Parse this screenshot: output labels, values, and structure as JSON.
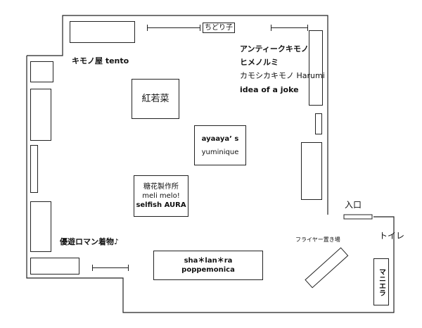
{
  "labels": {
    "chidoriko": "ちどり子",
    "kimonoya": "キモノ屋 tento",
    "antique": "アンティークキモノ",
    "himenorumi": "ヒメノルミ",
    "kamoshika": "カモシカキモノ Harumi",
    "idea": "idea of a joke",
    "benijaku": "紅若菜",
    "ayaaya": "ayaaya’ s",
    "yuminique": "yuminique",
    "toka": "糖花製作所",
    "melimelo": "meli melo!",
    "selfish": "selfish AURA",
    "iriguchi": "入口",
    "toilet": "トイレ",
    "flyer": "フライヤー置き場",
    "yuyu": "優遊ロマン着物♪",
    "shalanra": "sha＊lan＊ra",
    "poppe": "poppemonica",
    "maniera": "マニエラ"
  }
}
